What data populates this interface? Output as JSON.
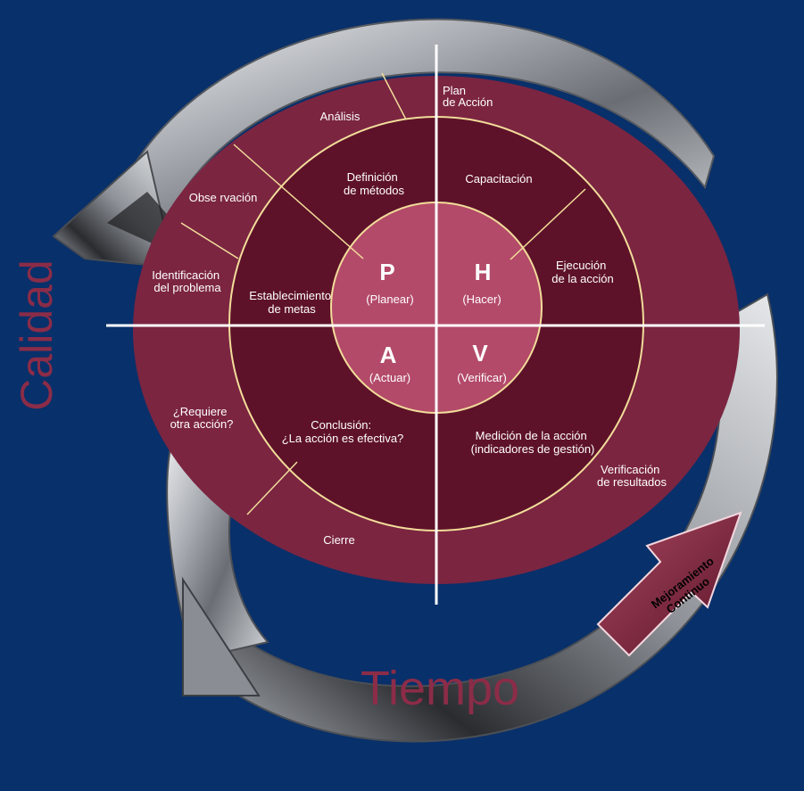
{
  "axes": {
    "vertical_label": "Calidad",
    "horizontal_label": "Tiempo"
  },
  "badge": {
    "line1": "Mejoramiento",
    "line2": "Continuo"
  },
  "quadrants": {
    "p": {
      "letter": "P",
      "caption": "(Planear)"
    },
    "h": {
      "letter": "H",
      "caption": "(Hacer)"
    },
    "a": {
      "letter": "A",
      "caption": "(Actuar)"
    },
    "v": {
      "letter": "V",
      "caption": "(Verificar)"
    }
  },
  "middle_ring": {
    "definicion_metodos": [
      "Definición",
      "de métodos"
    ],
    "capacitacion": [
      "Capacitación"
    ],
    "ejecucion_accion": [
      "Ejecución",
      "de la acción"
    ],
    "establecimiento_metas": [
      "Establecimiento",
      "de metas"
    ],
    "conclusion": [
      "Conclusión:",
      "¿La acción es efectiva?"
    ],
    "medicion_accion": [
      "Medición de la acción",
      "(indicadores de gestión)"
    ]
  },
  "outer_ring": {
    "plan_accion": [
      "Plan",
      "de Acción"
    ],
    "analisis": [
      "Análisis"
    ],
    "observacion": [
      "Obse rvación"
    ],
    "identificacion_problema": [
      "Identificación",
      "del problema"
    ],
    "requiere_otra_accion": [
      "¿Requiere",
      "otra acción?"
    ],
    "cierre": [
      "Cierre"
    ],
    "verificacion_resultados": [
      "Verificación",
      "de resultados"
    ]
  },
  "colors": {
    "background": "#08306a",
    "outer_ring": "#7b2541",
    "middle_ring": "#5e1229",
    "inner_circle": "#b34a69",
    "divider_lines": "#f2dd9a",
    "axis_lines": "#ffffff",
    "label_text": "#ffffff",
    "calidad_text": "#8b2c48",
    "tiempo_text": "#8b2c48"
  }
}
